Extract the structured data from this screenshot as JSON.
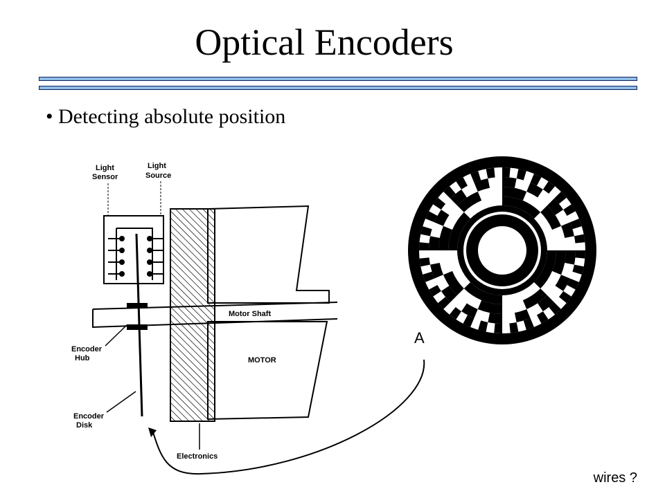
{
  "title": "Optical Encoders",
  "bullet": "• Detecting absolute position",
  "diagram": {
    "label_light_sensor": [
      "Light",
      "Sensor"
    ],
    "label_light_source": [
      "Light",
      "Source"
    ],
    "label_motor_shaft": "Motor Shaft",
    "label_motor": "MOTOR",
    "label_encoder_hub": [
      "Encoder",
      "Hub"
    ],
    "label_encoder_disk": [
      "Encoder",
      "Disk"
    ],
    "label_electronics": "Electronics",
    "label_disk_a": "A"
  },
  "footnote": "wires ?",
  "colors": {
    "rule_fill": "#8fbde6",
    "rule_border": "#0d1f5c"
  }
}
